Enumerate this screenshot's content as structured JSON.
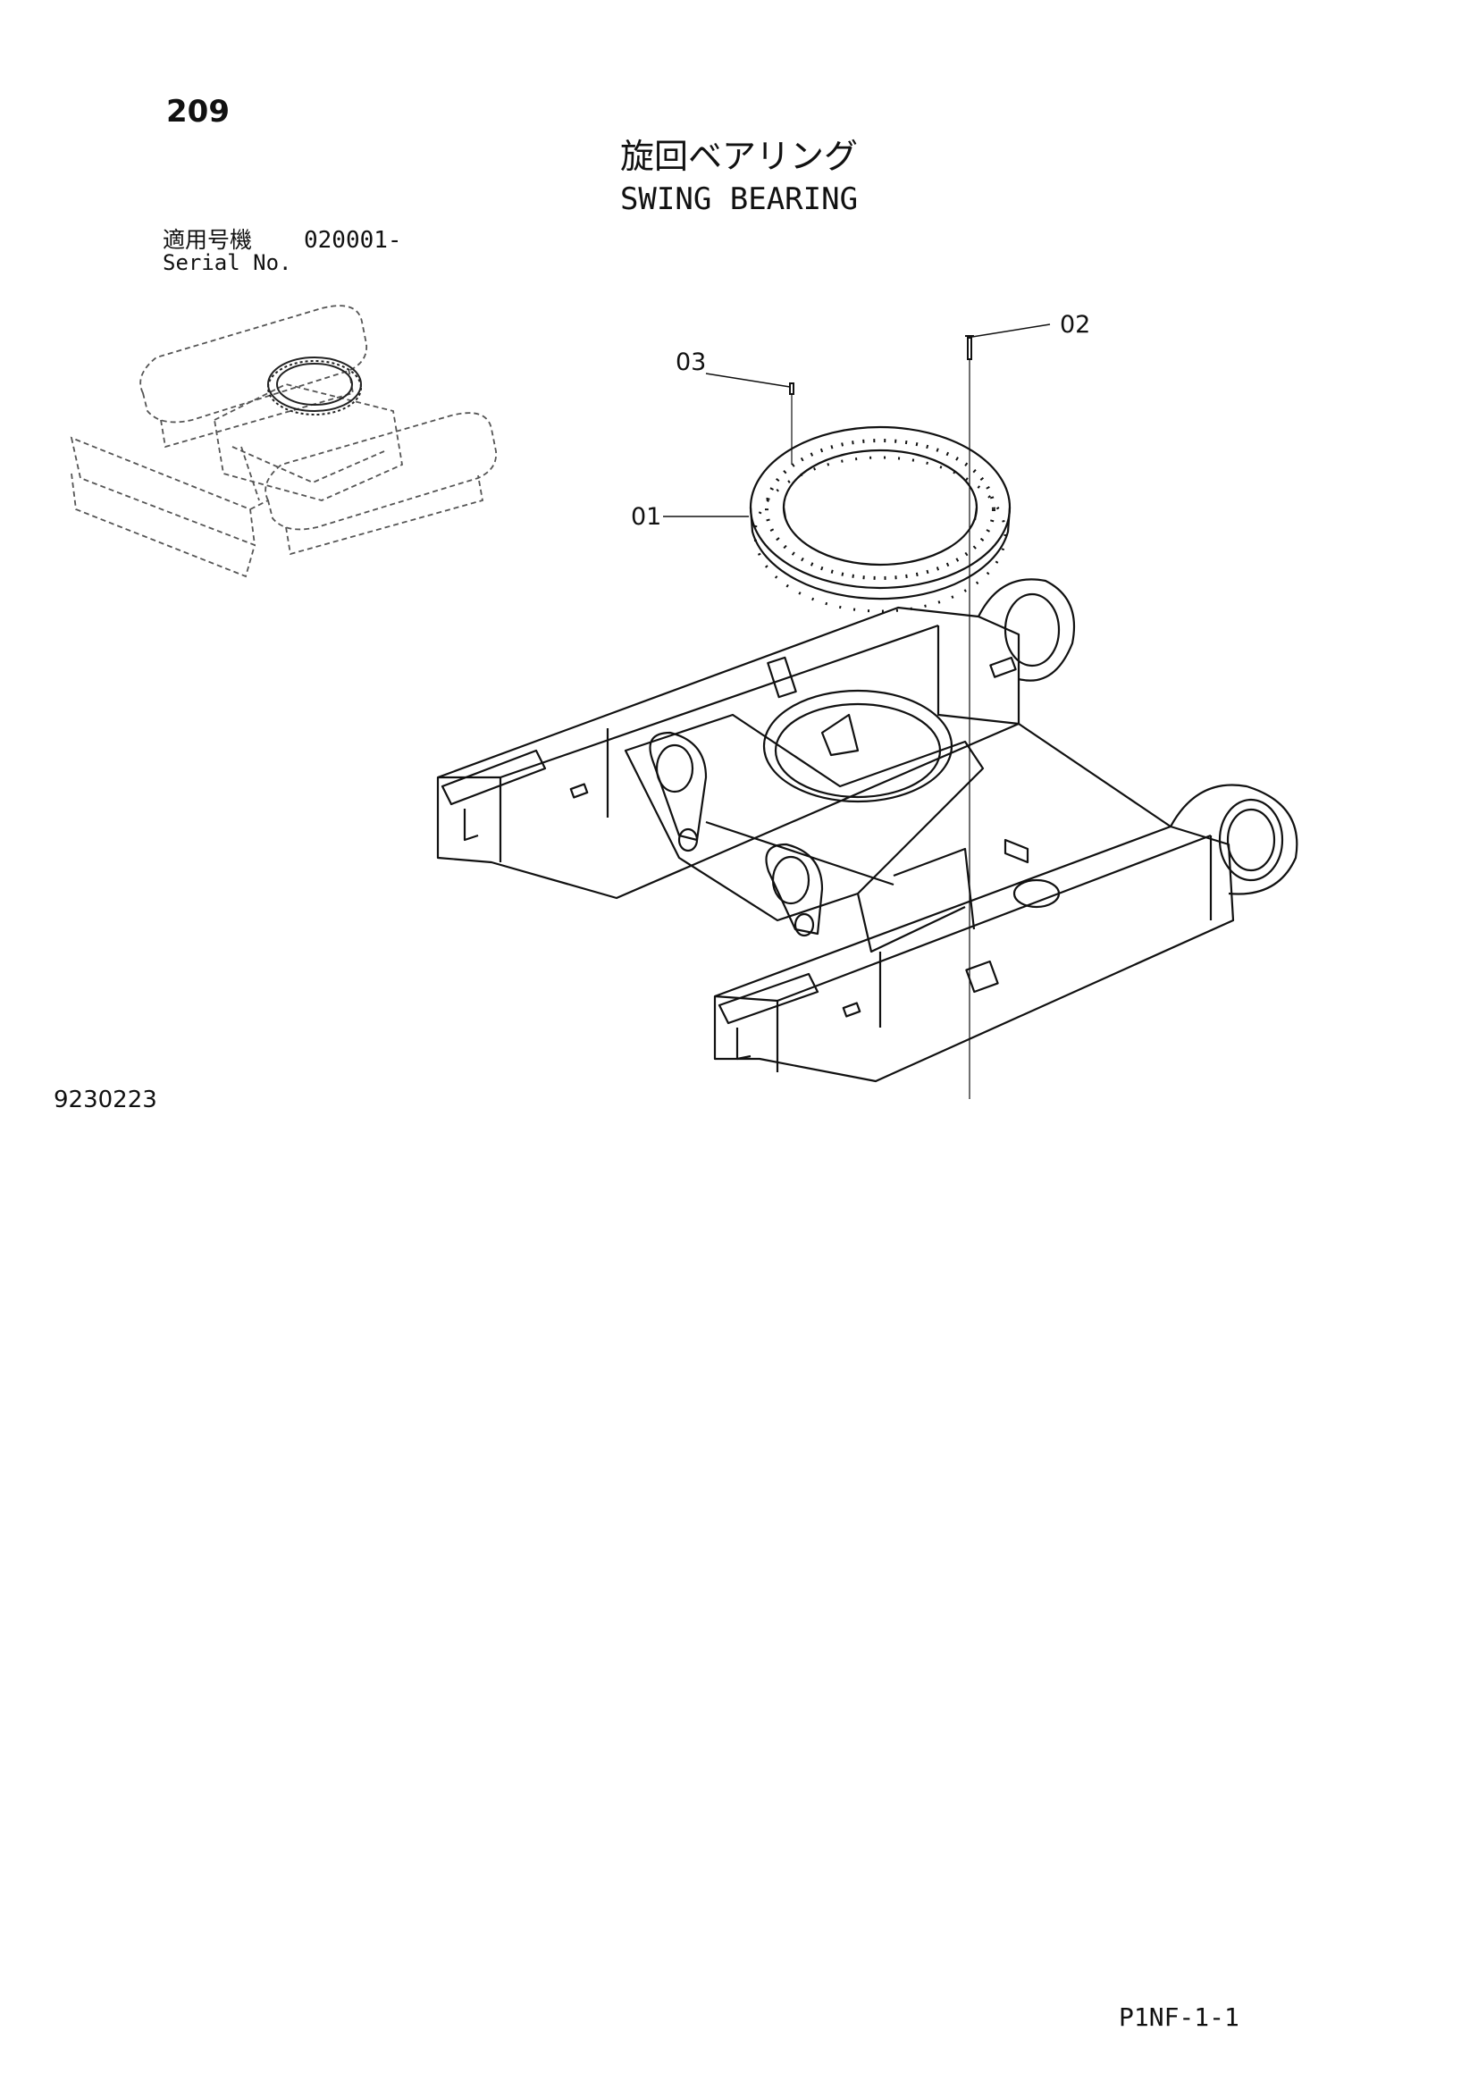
{
  "header": {
    "page_number": "209",
    "title_jp": "旋回ベアリング",
    "title_en": "SWING BEARING"
  },
  "serial": {
    "label_jp": "適用号機",
    "value": "020001-",
    "label_en": "Serial No."
  },
  "callouts": {
    "c01": "01",
    "c02": "02",
    "c03": "03"
  },
  "footer": {
    "drawing_number": "9230223",
    "page_code": "P1NF-1-1"
  }
}
